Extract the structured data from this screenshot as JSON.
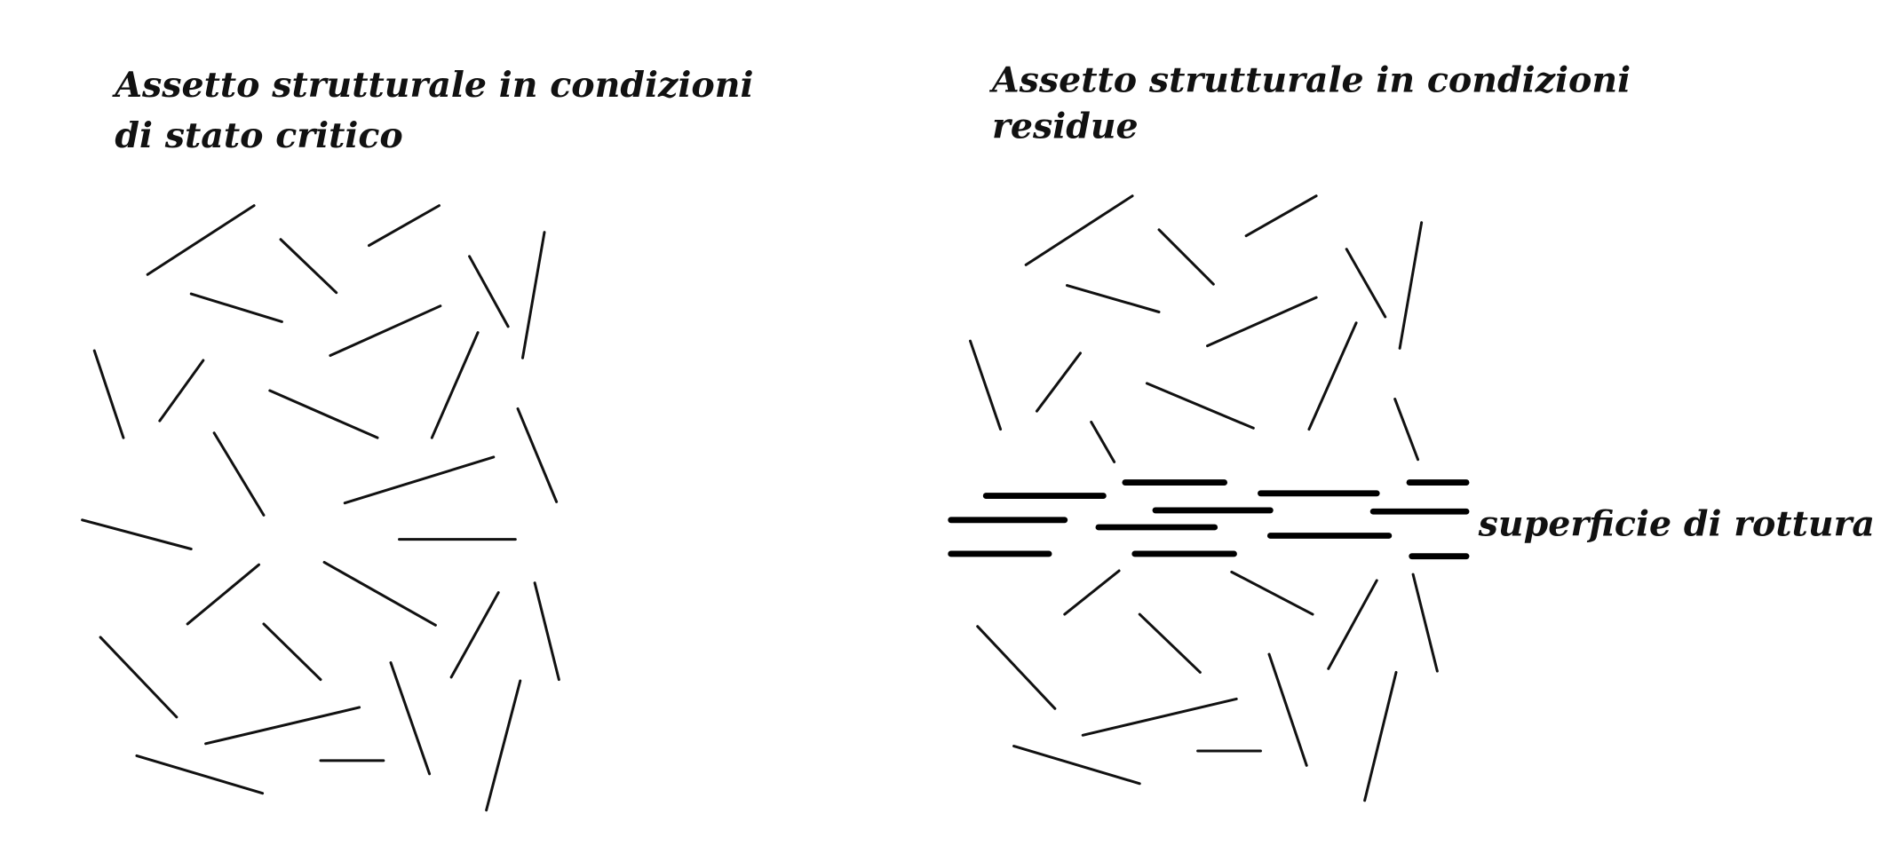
{
  "left_panel": {
    "title_line1": "Assetto strutturale in condizioni",
    "title_line2": "di stato critico"
  },
  "right_panel": {
    "title_line1": "Assetto strutturale in condizioni",
    "title_line2": "residue",
    "failure_surface_label": "superficie di rottura"
  }
}
